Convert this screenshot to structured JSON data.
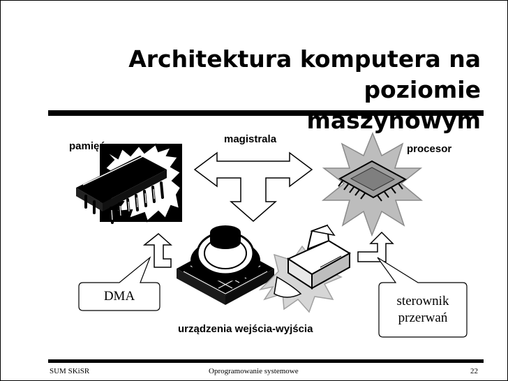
{
  "title": {
    "line1": "Architektura komputera na poziomie",
    "line2": "maszynowym"
  },
  "labels": {
    "memory": "pamięć",
    "bus": "magistrala",
    "cpu": "procesor",
    "io": "urządzenia wejścia-wyjścia"
  },
  "callouts": {
    "dma": "DMA",
    "interrupt_line1": "sterownik",
    "interrupt_line2": "przerwań"
  },
  "footer": {
    "left": "SUM SKiSR",
    "center": "Oprogramowanie systemowe",
    "page": "22"
  }
}
